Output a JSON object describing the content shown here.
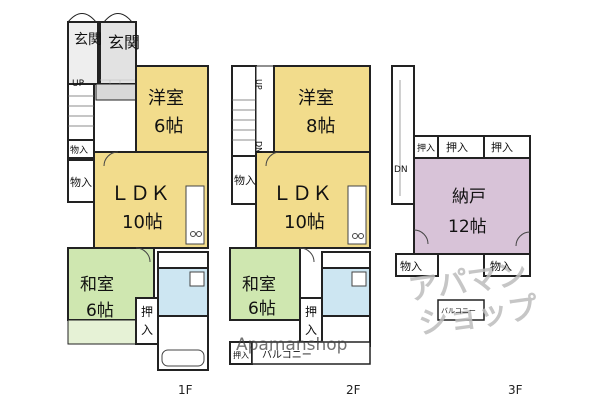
{
  "floor1": {
    "label": "1F",
    "genkan_left": "玄関",
    "genkan_right": "玄関",
    "up": "UP",
    "youshitsu": "洋室",
    "youshitsu_size": "6帖",
    "monoire_small": "物入",
    "monoire": "物入",
    "ldk": "ＬＤＫ",
    "ldk_size": "10帖",
    "washitsu": "和室",
    "washitsu_size": "6帖",
    "oshiire_1": "押",
    "oshiire_2": "入"
  },
  "floor2": {
    "label": "2F",
    "up": "UP",
    "dn": "DN",
    "youshitsu": "洋室",
    "youshitsu_size": "8帖",
    "monoire": "物入",
    "ldk": "ＬＤＫ",
    "ldk_size": "10帖",
    "washitsu": "和室",
    "washitsu_size": "6帖",
    "oshiire_1": "押",
    "oshiire_2": "入",
    "oshiire_small": "押入",
    "balcony": "バルコニー"
  },
  "floor3": {
    "label": "3F",
    "dn": "DN",
    "oshiire_small": "押入",
    "oshiire_mid": "押入",
    "oshiire_right": "押入",
    "nando": "納戸",
    "nando_size": "12帖",
    "monoire_left": "物入",
    "monoire_right": "物入",
    "balcony": "バルコニー"
  },
  "watermark": {
    "brand": "Apamanshop",
    "katakana_line1": "アパマン",
    "katakana_line2": "ショップ"
  },
  "colors": {
    "youshitsu": "#f2dc8c",
    "ldk": "#f2dc8c",
    "washitsu": "#cfe7b0",
    "wet": "#cde6f2",
    "nando": "#d8c3d8",
    "wall": "#222222",
    "monoire": "#ffffff"
  }
}
